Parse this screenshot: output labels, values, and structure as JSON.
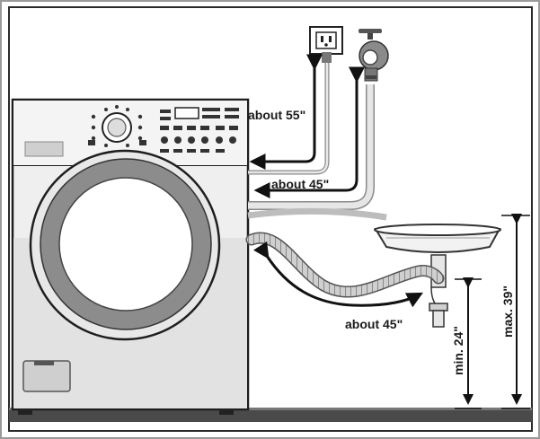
{
  "labels": {
    "power_cord_length": "about 55\"",
    "inlet_hose_length": "about 45\"",
    "drain_hose_length": "about 45\"",
    "drain_min_height": "min. 24\"",
    "drain_max_height": "max. 39\""
  }
}
